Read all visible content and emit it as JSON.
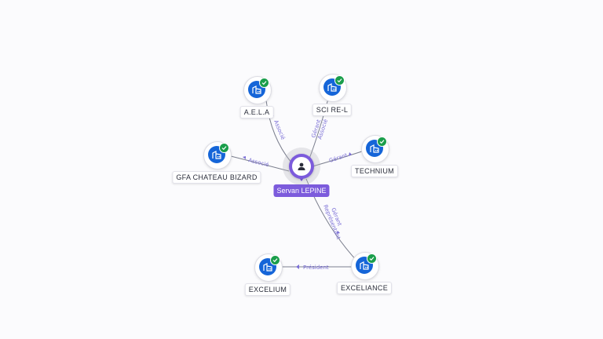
{
  "colors": {
    "person_accent": "#7c5bdc",
    "company_icon_bg": "#1565d8",
    "verified_badge": "#1a9e4b",
    "relation_text": "#7b6fd6",
    "edge": "#7b7f8e"
  },
  "person": {
    "name": "Servan LEPINE",
    "icon": "user-icon"
  },
  "companies": [
    {
      "id": "aela",
      "name": "A.E.L.A",
      "icon": "building-icon",
      "verified": true
    },
    {
      "id": "scirel",
      "name": "SCI RE-L",
      "icon": "building-icon",
      "verified": true
    },
    {
      "id": "technium",
      "name": "TECHNIUM",
      "icon": "building-icon",
      "verified": true
    },
    {
      "id": "gfa",
      "name": "GFA CHATEAU BIZARD",
      "icon": "building-icon",
      "verified": true
    },
    {
      "id": "exceliance",
      "name": "EXCELIANCE",
      "icon": "building-icon",
      "verified": true
    },
    {
      "id": "excelium",
      "name": "EXCELIUM",
      "icon": "building-icon",
      "verified": true
    }
  ],
  "relations": [
    {
      "from": "person",
      "to": "aela",
      "labels": [
        "Associé"
      ]
    },
    {
      "from": "person",
      "to": "scirel",
      "labels": [
        "Gérant",
        "Associé"
      ]
    },
    {
      "from": "person",
      "to": "technium",
      "labels": [
        "Gérant"
      ]
    },
    {
      "from": "person",
      "to": "gfa",
      "labels": [
        "Associé"
      ]
    },
    {
      "from": "person",
      "to": "exceliance",
      "labels": [
        "Gérant",
        "Représentant"
      ]
    },
    {
      "from": "exceliance",
      "to": "excelium",
      "labels": [
        "Président"
      ]
    }
  ]
}
